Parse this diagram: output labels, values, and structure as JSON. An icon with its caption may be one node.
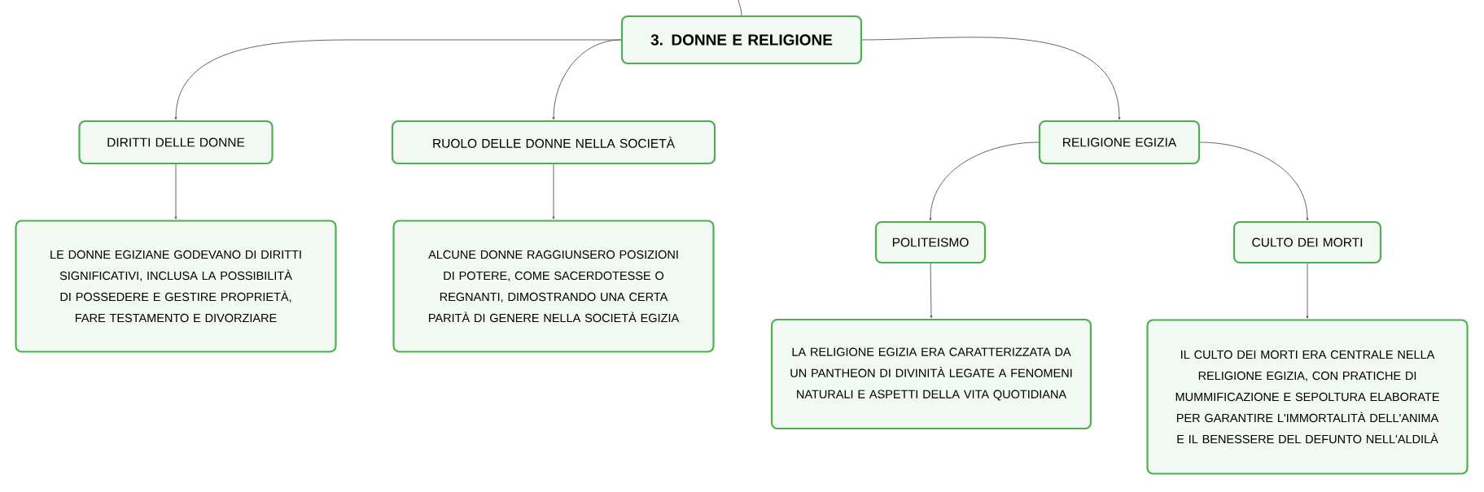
{
  "diagram": {
    "nodes": [
      {
        "text": [
          "3. DONNE E RELIGIONE"
        ]
      },
      {
        "text": [
          "DIRITTI DELLE DONNE"
        ]
      },
      {
        "text": [
          "LE DONNE EGIZIANE GODEVANO DI DIRITTI SIGNIFICATIVI, INCLUSA LA POSSIBILITÀ DI POSSEDERE E GESTIRE PROPRIETÀ, FARE TESTAMENTO E DIVORZIARE"
        ]
      },
      {
        "text": [
          "RUOLO DELLE DONNE NELLA SOCIETÀ"
        ]
      },
      {
        "text": [
          "ALCUNE DONNE RAGGIUNSERO POSIZIONI DI POTERE, COME SACERDOTESSE O REGNANTI, DIMOSTRANDO UNA CERTA PARITÀ DI GENERE NELLA SOCIETÀ EGIZIA"
        ]
      },
      {
        "text": [
          "RELIGIONE EGIZIA"
        ]
      },
      {
        "text": [
          "POLITEISMO"
        ]
      },
      {
        "text": [
          "LA RELIGIONE EGIZIA ERA CARATTERIZZATA DA UN PANTHEON DI DIVINITÀ LEGATE A FENOMENI NATURALI E ASPETTI DELLA VITA QUOTIDIANA"
        ]
      },
      {
        "text": [
          "CULTO DEI MORTI"
        ]
      },
      {
        "text": [
          "IL CULTO DEI MORTI ERA CENTRALE NELLA RELIGIONE EGIZIA, CON PRATICHE DI MUMMIFICAZIONE E SEPOLTURA ELABORATE PER GARANTIRE L'IMMORTALITÀ DELL'ANIMA E IL BENESSERE DEL DEFUNTO NELL'ALDILÀ"
        ]
      }
    ],
    "edges": [
      {
        "from": null,
        "to": 0,
        "arrow": "none"
      },
      {
        "from": 0,
        "to": 1,
        "arrow": "to"
      },
      {
        "from": 1,
        "to": 2,
        "arrow": "to"
      },
      {
        "from": 0,
        "to": 3,
        "arrow": "to"
      },
      {
        "from": 3,
        "to": 4,
        "arrow": "to"
      },
      {
        "from": 0,
        "to": 5,
        "arrow": "to"
      },
      {
        "from": 5,
        "to": 6,
        "arrow": "to"
      },
      {
        "from": 6,
        "to": 7,
        "arrow": "to"
      },
      {
        "from": 5,
        "to": 8,
        "arrow": "to"
      },
      {
        "from": 8,
        "to": 9,
        "arrow": "to"
      }
    ]
  }
}
